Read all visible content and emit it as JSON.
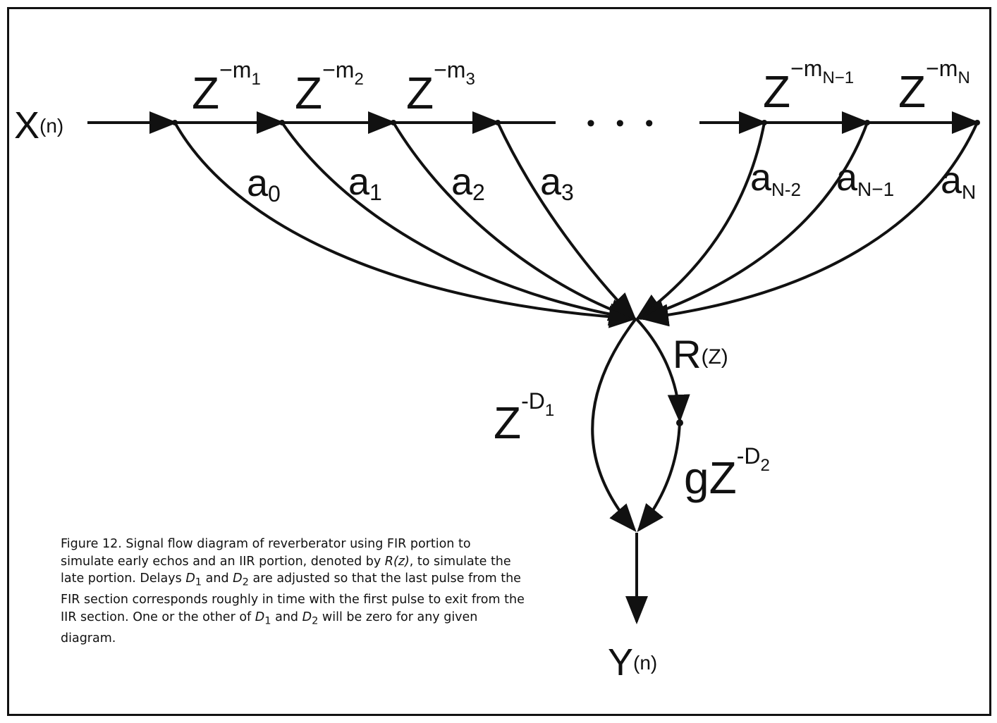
{
  "input": {
    "base": "X",
    "sub": "(n)"
  },
  "output": {
    "base": "Y",
    "sub": "(n)"
  },
  "delays": [
    {
      "base": "Z",
      "sup": "−m",
      "supsub": "1"
    },
    {
      "base": "Z",
      "sup": "−m",
      "supsub": "2"
    },
    {
      "base": "Z",
      "sup": "−m",
      "supsub": "3"
    },
    {
      "base": "Z",
      "sup": "−m",
      "supsub": "N−1"
    },
    {
      "base": "Z",
      "sup": "−m",
      "supsub": "N"
    }
  ],
  "ellipsis": "• • •",
  "taps": [
    {
      "base": "a",
      "sub": "0"
    },
    {
      "base": "a",
      "sub": "1"
    },
    {
      "base": "a",
      "sub": "2"
    },
    {
      "base": "a",
      "sub": "3"
    },
    {
      "base": "a",
      "sub": "N-2"
    },
    {
      "base": "a",
      "sub": "N−1"
    },
    {
      "base": "a",
      "sub": "N"
    }
  ],
  "iir": {
    "base": "R",
    "sub": "(Z)"
  },
  "direct_delay": {
    "base": "Z",
    "sup": "-D",
    "supsub": "1"
  },
  "iir_delay": {
    "base": "gZ",
    "sup": "-D",
    "supsub": "2"
  },
  "caption": {
    "prefix": "Figure 12.  Signal flow diagram of reverberator using FIR portion to simulate early echos and an IIR portion, denoted by ",
    "rz": "R(z)",
    "mid1": ", to simulate the late portion.  Delays ",
    "d1a": "D",
    "d1a_sub": "1",
    "mid2": " and ",
    "d2a": "D",
    "d2a_sub": "2",
    "mid3": " are adjusted so that the last pulse from the FIR section corresponds roughly in time with the first pulse to exit from the IIR section.  One or the other of ",
    "d1b": "D",
    "d1b_sub": "1",
    "mid4": " and ",
    "d2b": "D",
    "d2b_sub": "2",
    "suffix": " will be zero for any given diagram."
  }
}
